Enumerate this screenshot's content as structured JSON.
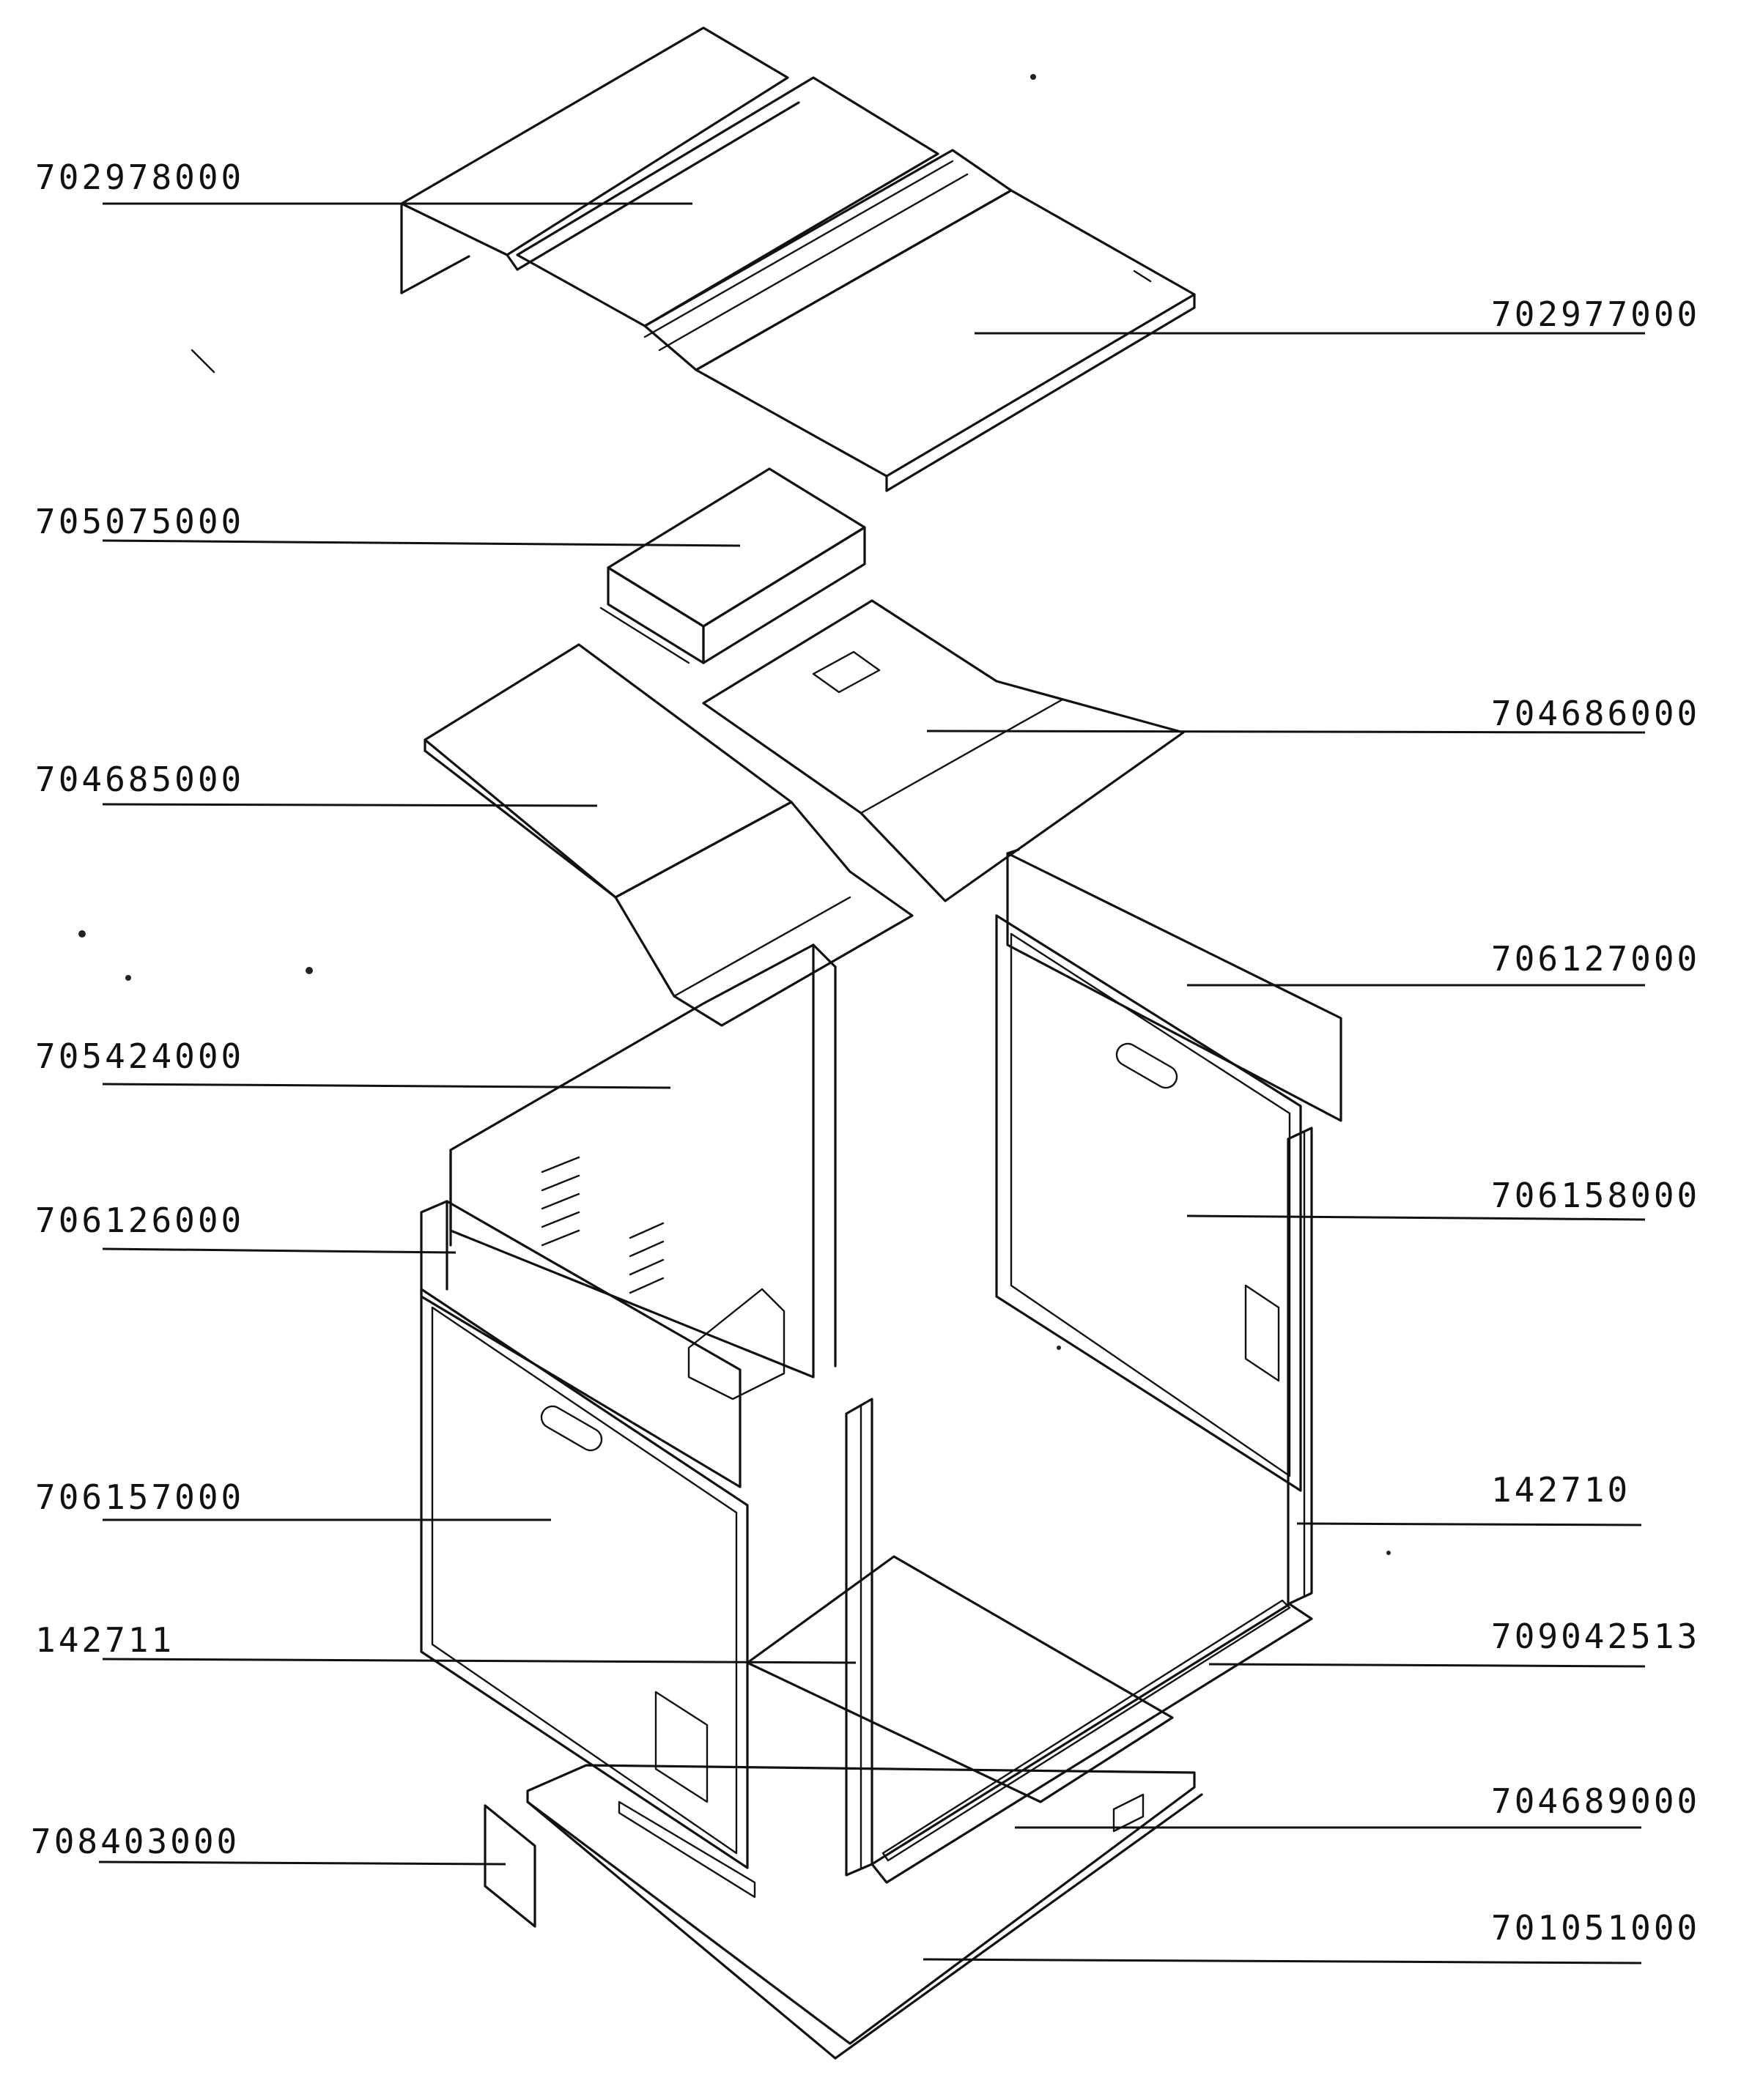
{
  "diagram": {
    "callouts": [
      {
        "id": "c1",
        "label": "702978000"
      },
      {
        "id": "c2",
        "label": "702977000"
      },
      {
        "id": "c3",
        "label": "705075000"
      },
      {
        "id": "c4",
        "label": "704686000"
      },
      {
        "id": "c5",
        "label": "704685000"
      },
      {
        "id": "c6",
        "label": "706127000"
      },
      {
        "id": "c7",
        "label": "705424000"
      },
      {
        "id": "c8",
        "label": "706158000"
      },
      {
        "id": "c9",
        "label": "706126000"
      },
      {
        "id": "c10",
        "label": "706157000"
      },
      {
        "id": "c11",
        "label": "142710"
      },
      {
        "id": "c12",
        "label": "142711"
      },
      {
        "id": "c13",
        "label": "709042513"
      },
      {
        "id": "c14",
        "label": "704689000"
      },
      {
        "id": "c15",
        "label": "708403000"
      },
      {
        "id": "c16",
        "label": "701051000"
      }
    ]
  }
}
